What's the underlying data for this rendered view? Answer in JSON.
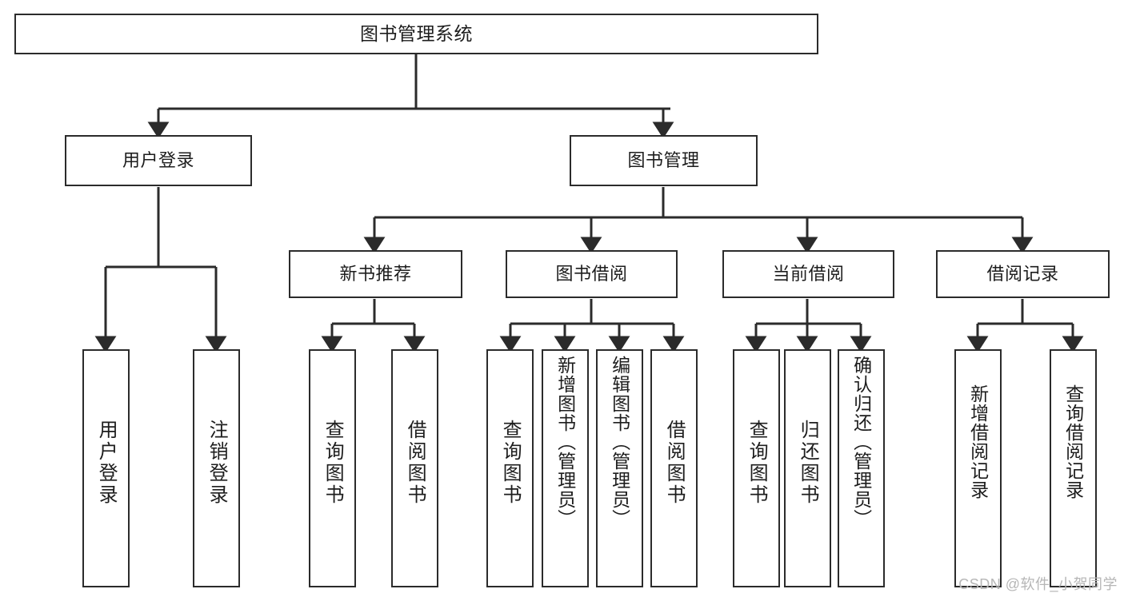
{
  "diagram": {
    "title": "图书管理系统",
    "type": "功能结构图",
    "colors": {
      "box_border": "#2b2b2b",
      "box_fill": "#ffffff",
      "connector": "#2b2b2b",
      "text": "#1d1d1d",
      "watermark": "#b6b6b6",
      "background": "#ffffff"
    }
  },
  "root": {
    "label": "图书管理系统"
  },
  "level2": [
    {
      "id": "user-login",
      "label": "用户登录"
    },
    {
      "id": "book-manage",
      "label": "图书管理"
    }
  ],
  "level3": [
    {
      "id": "new-book-recommend",
      "label": "新书推荐"
    },
    {
      "id": "book-borrow",
      "label": "图书借阅"
    },
    {
      "id": "current-borrow",
      "label": "当前借阅"
    },
    {
      "id": "borrow-record",
      "label": "借阅记录"
    }
  ],
  "leaves": {
    "user_login": [
      {
        "id": "leaf-user-login",
        "label": "用户登录"
      },
      {
        "id": "leaf-user-logout",
        "label": "注销登录"
      }
    ],
    "new_book_recommend": [
      {
        "id": "leaf-query-book-1",
        "label": "查询图书"
      },
      {
        "id": "leaf-borrow-book-1",
        "label": "借阅图书"
      }
    ],
    "book_borrow": [
      {
        "id": "leaf-query-book-2",
        "label": "查询图书"
      },
      {
        "id": "leaf-add-book",
        "label": "新增图书（管理员）"
      },
      {
        "id": "leaf-edit-book",
        "label": "编辑图书（管理员）"
      },
      {
        "id": "leaf-borrow-book-2",
        "label": "借阅图书"
      }
    ],
    "current_borrow": [
      {
        "id": "leaf-query-book-3",
        "label": "查询图书"
      },
      {
        "id": "leaf-return-book",
        "label": "归还图书"
      },
      {
        "id": "leaf-confirm-return",
        "label": "确认归还（管理员）"
      }
    ],
    "borrow_record": [
      {
        "id": "leaf-add-record",
        "label": "新增借阅记录"
      },
      {
        "id": "leaf-query-record",
        "label": "查询借阅记录"
      }
    ]
  },
  "watermark": {
    "text": "CSDN @软件_小贺同学"
  }
}
